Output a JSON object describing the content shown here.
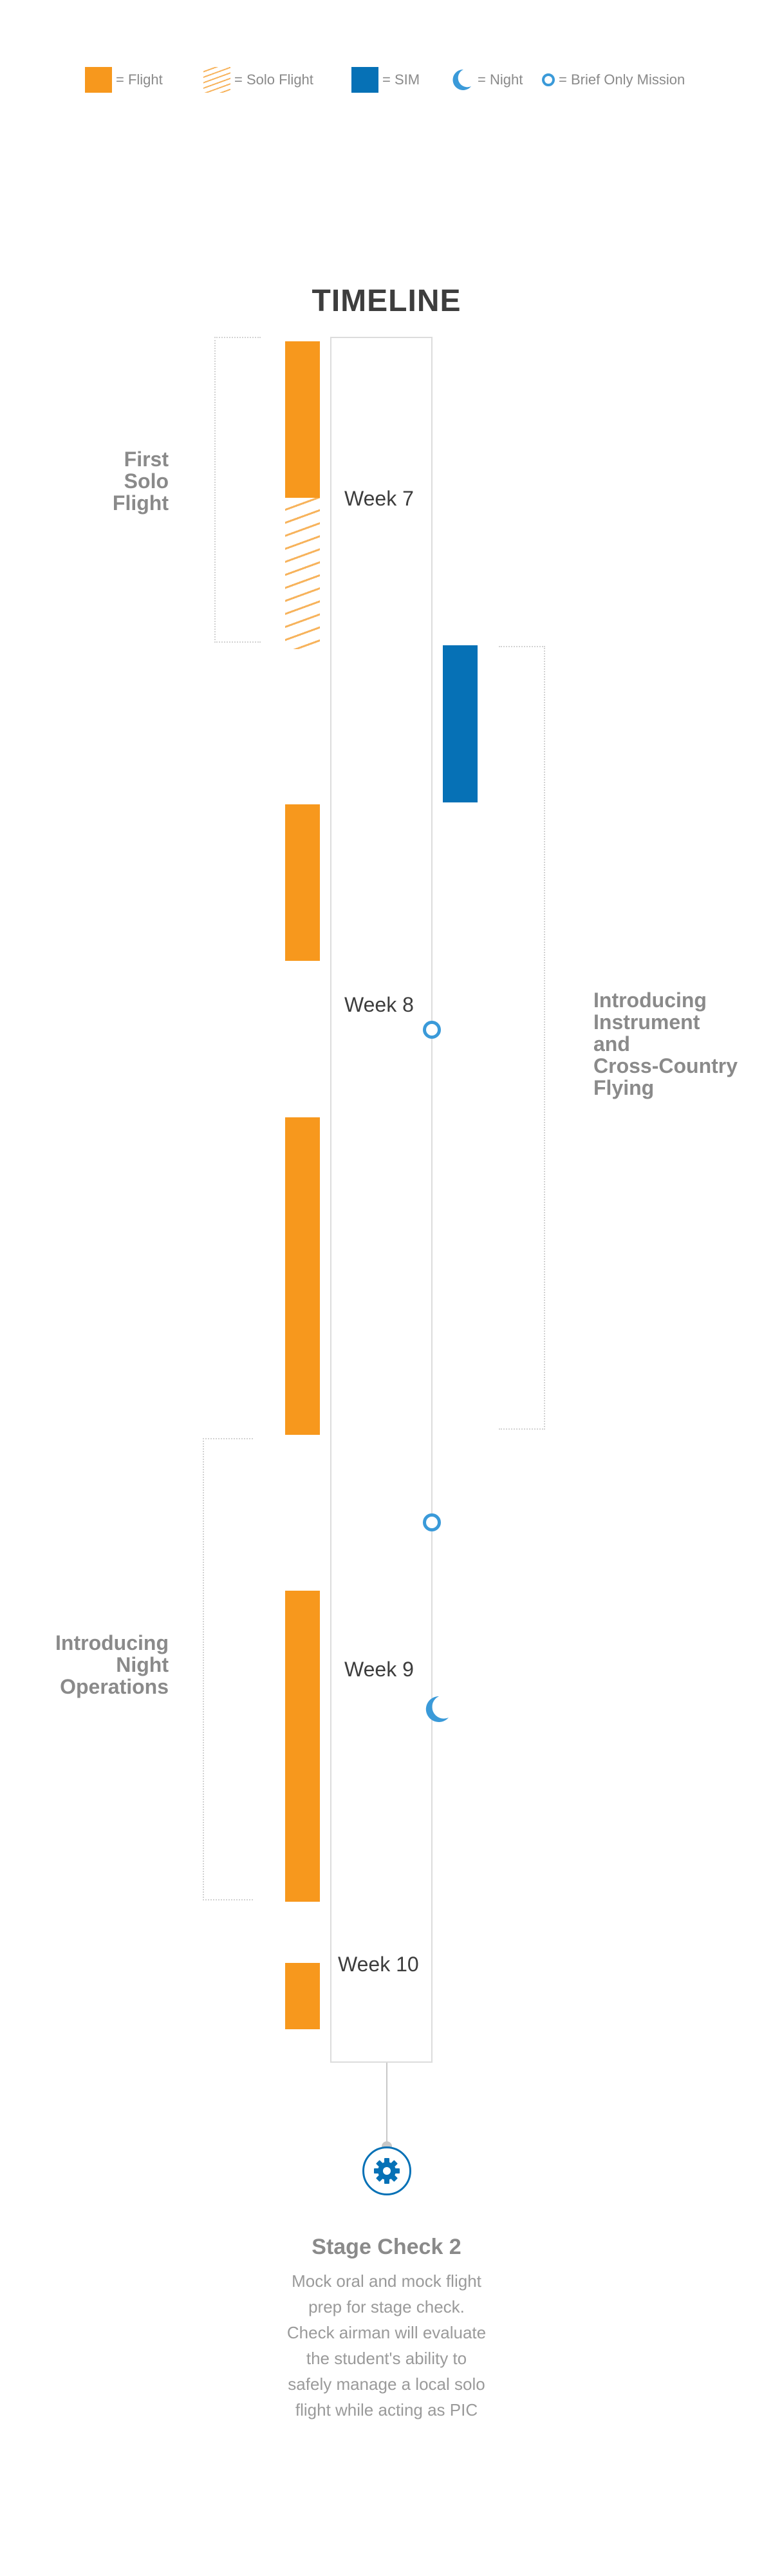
{
  "legend": {
    "flight": "= Flight",
    "solo": "= Solo Flight",
    "sim": "= SIM",
    "night": "= Night",
    "brief": "= Brief Only Mission"
  },
  "timeline": {
    "title": "TIMELINE",
    "weeks": [
      "Week 7",
      "Week 8",
      "Week 9",
      "Week 10"
    ]
  },
  "phases": {
    "first_solo": "First\nSolo\nFlight",
    "instrument": "Introducing\nInstrument\nand\nCross-Country\nFlying",
    "night_ops": "Introducing\nNight\nOperations"
  },
  "stage_check": {
    "title": "Stage Check 2",
    "description": "Mock oral and mock flight prep for stage check. Check airman will evaluate the student's ability to safely manage a local solo flight while acting as PIC"
  },
  "colors": {
    "flight": "#f7981d",
    "sim": "#0671b6",
    "night": "#3a9ad9",
    "brief": "#3a9ad9"
  },
  "icons": [
    "moon-icon",
    "circle-icon",
    "gear-icon"
  ]
}
